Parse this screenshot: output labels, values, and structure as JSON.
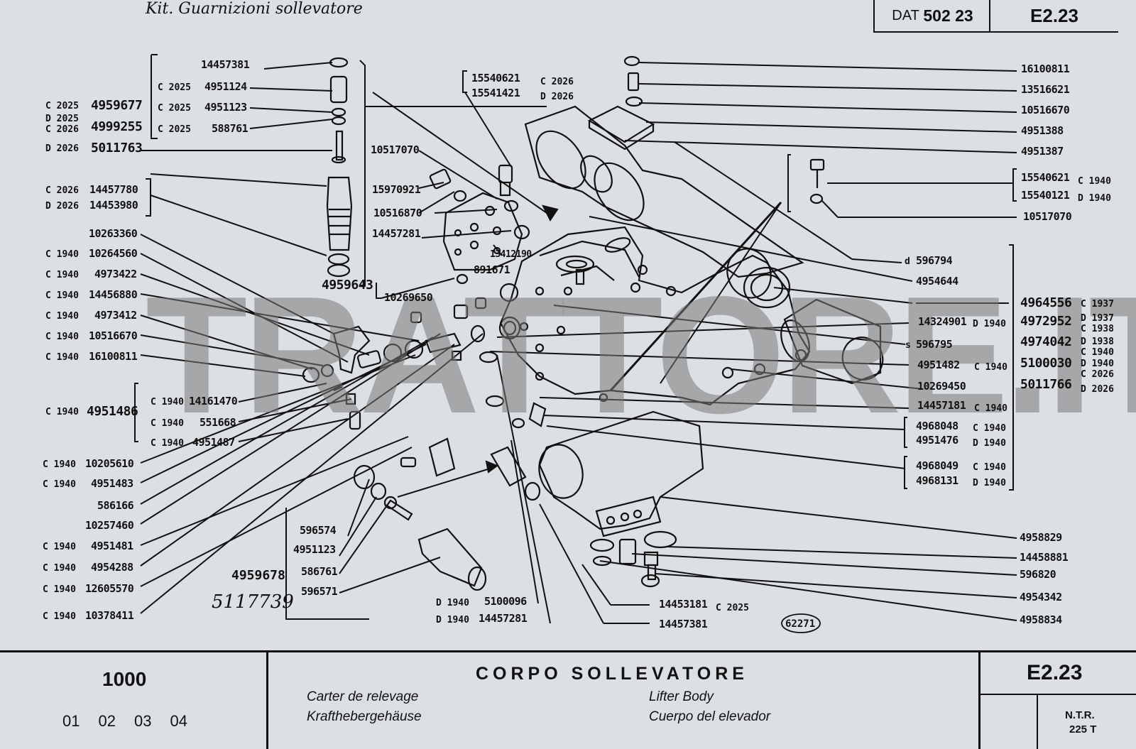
{
  "handwritten_note": "Kit. Guarnizioni sollevatore",
  "header": {
    "dat_label": "DAT",
    "dat_number": "502 23",
    "code": "E2.23"
  },
  "watermark": "TRATTORE.IT",
  "ref_number": "62271",
  "handwritten_marks": [
    "4959678",
    "5117739"
  ],
  "footer": {
    "model": "1000",
    "variants": [
      "01",
      "02",
      "03",
      "04"
    ],
    "title": "CORPO SOLLEVATORE",
    "fr": "Carter de relevage",
    "de": "Krafthebergehäuse",
    "en": "Lifter Body",
    "es": "Cuerpo del elevador",
    "code": "E2.23",
    "ntr_label": "N.T.R.",
    "ntr_value": "225 T"
  },
  "parts": [
    {
      "num": "14457381"
    },
    {
      "pre": "C 2025",
      "num": "4951124"
    },
    {
      "pre": "C 2025",
      "num": "4951123"
    },
    {
      "pre": "C 2025",
      "num": "588761"
    },
    {
      "pre": "C 2025",
      "num": "4959677"
    },
    {
      "pre": "D 2025",
      "num": ""
    },
    {
      "pre": "C 2026",
      "num": "4999255"
    },
    {
      "pre": "D 2026",
      "num": "5011763"
    },
    {
      "pre": "C 2026",
      "num": "14457780"
    },
    {
      "pre": "D 2026",
      "num": "14453980"
    },
    {
      "num": "10263360"
    },
    {
      "pre": "C 1940",
      "num": "10264560"
    },
    {
      "pre": "C 1940",
      "num": "4973422"
    },
    {
      "pre": "C 1940",
      "num": "14456880"
    },
    {
      "pre": "C 1940",
      "num": "4973412"
    },
    {
      "pre": "C 1940",
      "num": "10516670"
    },
    {
      "pre": "C 1940",
      "num": "16100811"
    },
    {
      "pre": "C 1940",
      "num": "4951486"
    },
    {
      "pre": "C 1940",
      "num": "14161470"
    },
    {
      "pre": "C 1940",
      "num": "551668"
    },
    {
      "pre": "C 1940",
      "num": "4951487"
    },
    {
      "pre": "C 1940",
      "num": "10205610"
    },
    {
      "pre": "C 1940",
      "num": "4951483"
    },
    {
      "num": "586166"
    },
    {
      "num": "10257460"
    },
    {
      "pre": "C 1940",
      "num": "4951481"
    },
    {
      "pre": "C 1940",
      "num": "4954288"
    },
    {
      "pre": "C 1940",
      "num": "12605570"
    },
    {
      "pre": "C 1940",
      "num": "10378411"
    },
    {
      "num": "4959643"
    },
    {
      "num": "10269650"
    },
    {
      "num": "15540621",
      "post": "C 2026"
    },
    {
      "num": "15541421",
      "post": "D 2026"
    },
    {
      "num": "10517070"
    },
    {
      "num": "15970921"
    },
    {
      "num": "10516870"
    },
    {
      "num": "14457281"
    },
    {
      "num": "13412190"
    },
    {
      "num": "891671"
    },
    {
      "num": "596574"
    },
    {
      "num": "4951123"
    },
    {
      "num": "586761"
    },
    {
      "num": "596571"
    },
    {
      "pre": "D 1940",
      "num": "5100096"
    },
    {
      "pre": "D 1940",
      "num": "14457281"
    },
    {
      "num": "14453181",
      "post": "C 2025"
    },
    {
      "num": "14457381"
    },
    {
      "num": "16100811"
    },
    {
      "num": "13516621"
    },
    {
      "num": "10516670"
    },
    {
      "num": "4951388"
    },
    {
      "num": "4951387"
    },
    {
      "num": "15540621",
      "post": "C 1940"
    },
    {
      "num": "15540121",
      "post": "D 1940"
    },
    {
      "num": "10517070"
    },
    {
      "pre": "d",
      "num": "596794"
    },
    {
      "num": "4954644"
    },
    {
      "num": "4964556",
      "post": "C 1937"
    },
    {
      "num": "14324901",
      "post": "D 1940"
    },
    {
      "num": "4972952",
      "post": "D 1937"
    },
    {
      "pre": "s",
      "num": "596795"
    },
    {
      "num": "4974042",
      "post": "C 1938"
    },
    {
      "num": "4951482",
      "post": "C 1940"
    },
    {
      "num": "5100030",
      "post": "D 1938"
    },
    {
      "num": "10269450"
    },
    {
      "num": "5011766",
      "post": "C 1940"
    },
    {
      "num": "14457181",
      "post": "C 1940"
    },
    {
      "num": "4968048",
      "post": "C 1940"
    },
    {
      "num": "4951476",
      "post": "D 1940"
    },
    {
      "num": "4968049",
      "post": "C 1940"
    },
    {
      "num": "4968131",
      "post": "D 1940"
    },
    {
      "num": "4958829"
    },
    {
      "num": "14458881"
    },
    {
      "num": "596820"
    },
    {
      "num": "4954342"
    },
    {
      "num": "4958834"
    },
    {
      "num": "",
      "post": "D 1940"
    },
    {
      "num": "",
      "post": "C 2026"
    },
    {
      "num": "",
      "post": "D 2026"
    }
  ]
}
